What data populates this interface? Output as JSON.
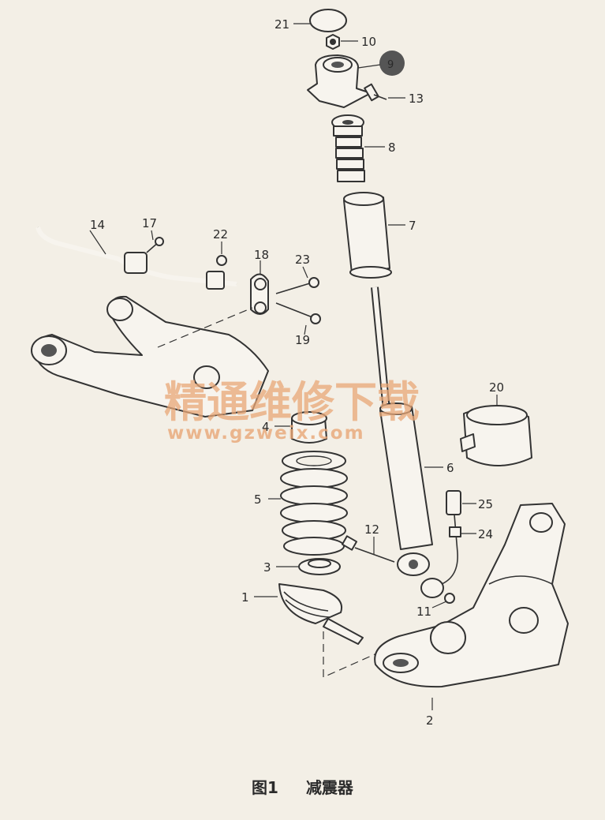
{
  "figure": {
    "caption_number": "图1",
    "caption_title": "减震器",
    "watermark_text": "精通维修下载",
    "watermark_url": "www.gzweix.com"
  },
  "part_labels": [
    "1",
    "2",
    "3",
    "4",
    "5",
    "6",
    "7",
    "8",
    "9",
    "10",
    "11",
    "12",
    "13",
    "14",
    "17",
    "18",
    "19",
    "20",
    "21",
    "22",
    "23",
    "24",
    "25"
  ]
}
